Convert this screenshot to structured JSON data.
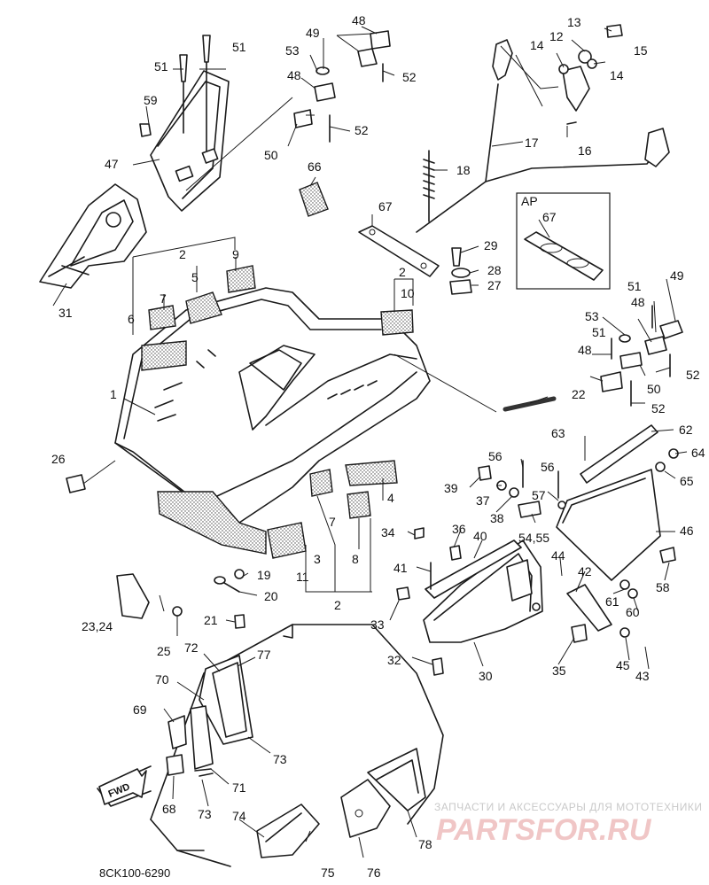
{
  "diagram": {
    "code": "8CK100-6290",
    "fwd_label": "FWD",
    "ap_label": "AP",
    "watermark": {
      "line1": "ЗАПЧАСТИ И АКСЕССУАРЫ ДЛЯ МОТОТЕХНИКИ",
      "line2": "PARTSFOR.RU"
    },
    "callouts": [
      {
        "id": "c1",
        "text": "1"
      },
      {
        "id": "c2a",
        "text": "2"
      },
      {
        "id": "c2b",
        "text": "2"
      },
      {
        "id": "c2c",
        "text": "2"
      },
      {
        "id": "c3",
        "text": "3"
      },
      {
        "id": "c4",
        "text": "4"
      },
      {
        "id": "c5",
        "text": "5"
      },
      {
        "id": "c6",
        "text": "6"
      },
      {
        "id": "c7a",
        "text": "7"
      },
      {
        "id": "c7b",
        "text": "7"
      },
      {
        "id": "c8",
        "text": "8"
      },
      {
        "id": "c9",
        "text": "9"
      },
      {
        "id": "c10",
        "text": "10"
      },
      {
        "id": "c11",
        "text": "11"
      },
      {
        "id": "c12",
        "text": "12"
      },
      {
        "id": "c13",
        "text": "13"
      },
      {
        "id": "c14a",
        "text": "14"
      },
      {
        "id": "c14b",
        "text": "14"
      },
      {
        "id": "c15",
        "text": "15"
      },
      {
        "id": "c16",
        "text": "16"
      },
      {
        "id": "c17",
        "text": "17"
      },
      {
        "id": "c18",
        "text": "18"
      },
      {
        "id": "c19",
        "text": "19"
      },
      {
        "id": "c20",
        "text": "20"
      },
      {
        "id": "c21",
        "text": "21"
      },
      {
        "id": "c22",
        "text": "22"
      },
      {
        "id": "c23",
        "text": "23,24"
      },
      {
        "id": "c25",
        "text": "25"
      },
      {
        "id": "c26",
        "text": "26"
      },
      {
        "id": "c27",
        "text": "27"
      },
      {
        "id": "c28",
        "text": "28"
      },
      {
        "id": "c29",
        "text": "29"
      },
      {
        "id": "c30",
        "text": "30"
      },
      {
        "id": "c31",
        "text": "31"
      },
      {
        "id": "c32",
        "text": "32"
      },
      {
        "id": "c33",
        "text": "33"
      },
      {
        "id": "c34",
        "text": "34"
      },
      {
        "id": "c35",
        "text": "35"
      },
      {
        "id": "c36",
        "text": "36"
      },
      {
        "id": "c37",
        "text": "37"
      },
      {
        "id": "c38",
        "text": "38"
      },
      {
        "id": "c39",
        "text": "39"
      },
      {
        "id": "c40",
        "text": "40"
      },
      {
        "id": "c41",
        "text": "41"
      },
      {
        "id": "c42",
        "text": "42"
      },
      {
        "id": "c43",
        "text": "43"
      },
      {
        "id": "c44",
        "text": "44"
      },
      {
        "id": "c45",
        "text": "45"
      },
      {
        "id": "c46",
        "text": "46"
      },
      {
        "id": "c47",
        "text": "47"
      },
      {
        "id": "c48a",
        "text": "48"
      },
      {
        "id": "c48b",
        "text": "48"
      },
      {
        "id": "c48c",
        "text": "48"
      },
      {
        "id": "c48d",
        "text": "48"
      },
      {
        "id": "c49a",
        "text": "49"
      },
      {
        "id": "c49b",
        "text": "49"
      },
      {
        "id": "c50a",
        "text": "50"
      },
      {
        "id": "c50b",
        "text": "50"
      },
      {
        "id": "c51a",
        "text": "51"
      },
      {
        "id": "c51b",
        "text": "51"
      },
      {
        "id": "c51c",
        "text": "51"
      },
      {
        "id": "c51d",
        "text": "51"
      },
      {
        "id": "c52a",
        "text": "52"
      },
      {
        "id": "c52b",
        "text": "52"
      },
      {
        "id": "c52c",
        "text": "52"
      },
      {
        "id": "c52d",
        "text": "52"
      },
      {
        "id": "c53a",
        "text": "53"
      },
      {
        "id": "c53b",
        "text": "53"
      },
      {
        "id": "c54",
        "text": "54,55"
      },
      {
        "id": "c56a",
        "text": "56"
      },
      {
        "id": "c56b",
        "text": "56"
      },
      {
        "id": "c57",
        "text": "57"
      },
      {
        "id": "c58",
        "text": "58"
      },
      {
        "id": "c59",
        "text": "59"
      },
      {
        "id": "c60",
        "text": "60"
      },
      {
        "id": "c61",
        "text": "61"
      },
      {
        "id": "c62",
        "text": "62"
      },
      {
        "id": "c63",
        "text": "63"
      },
      {
        "id": "c64",
        "text": "64"
      },
      {
        "id": "c65",
        "text": "65"
      },
      {
        "id": "c66",
        "text": "66"
      },
      {
        "id": "c67a",
        "text": "67"
      },
      {
        "id": "c67b",
        "text": "67"
      },
      {
        "id": "c68",
        "text": "68"
      },
      {
        "id": "c69",
        "text": "69"
      },
      {
        "id": "c70",
        "text": "70"
      },
      {
        "id": "c71",
        "text": "71"
      },
      {
        "id": "c72",
        "text": "72"
      },
      {
        "id": "c73a",
        "text": "73"
      },
      {
        "id": "c73b",
        "text": "73"
      },
      {
        "id": "c74",
        "text": "74"
      },
      {
        "id": "c75",
        "text": "75"
      },
      {
        "id": "c76",
        "text": "76"
      },
      {
        "id": "c77",
        "text": "77"
      },
      {
        "id": "c78",
        "text": "78"
      }
    ]
  }
}
